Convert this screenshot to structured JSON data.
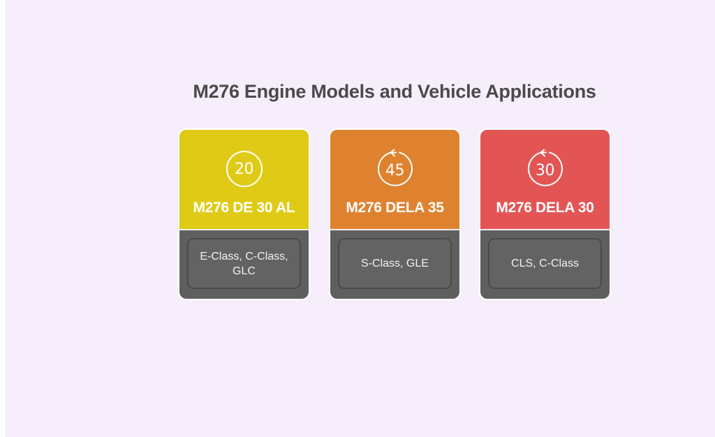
{
  "title": "M276 Engine Models and Vehicle Applications",
  "colors": {
    "background": "#f6eefb",
    "title_text": "#4a4a4a",
    "card_bottom": "#5f5f5f",
    "apps_box": "#636363"
  },
  "cards": [
    {
      "model": "M276 DE 30 AL",
      "icon": "circle-number-icon",
      "icon_number": "20",
      "applications": "E-Class, C-Class, GLC",
      "color": "#dfcb16"
    },
    {
      "model": "M276 DELA 35",
      "icon": "counterclockwise-arrow-circle-number-icon",
      "icon_number": "45",
      "applications": "S-Class, GLE",
      "color": "#df8230"
    },
    {
      "model": "M276 DELA 30",
      "icon": "counterclockwise-arrow-circle-number-icon",
      "icon_number": "30",
      "applications": "CLS, C-Class",
      "color": "#e35555"
    }
  ]
}
